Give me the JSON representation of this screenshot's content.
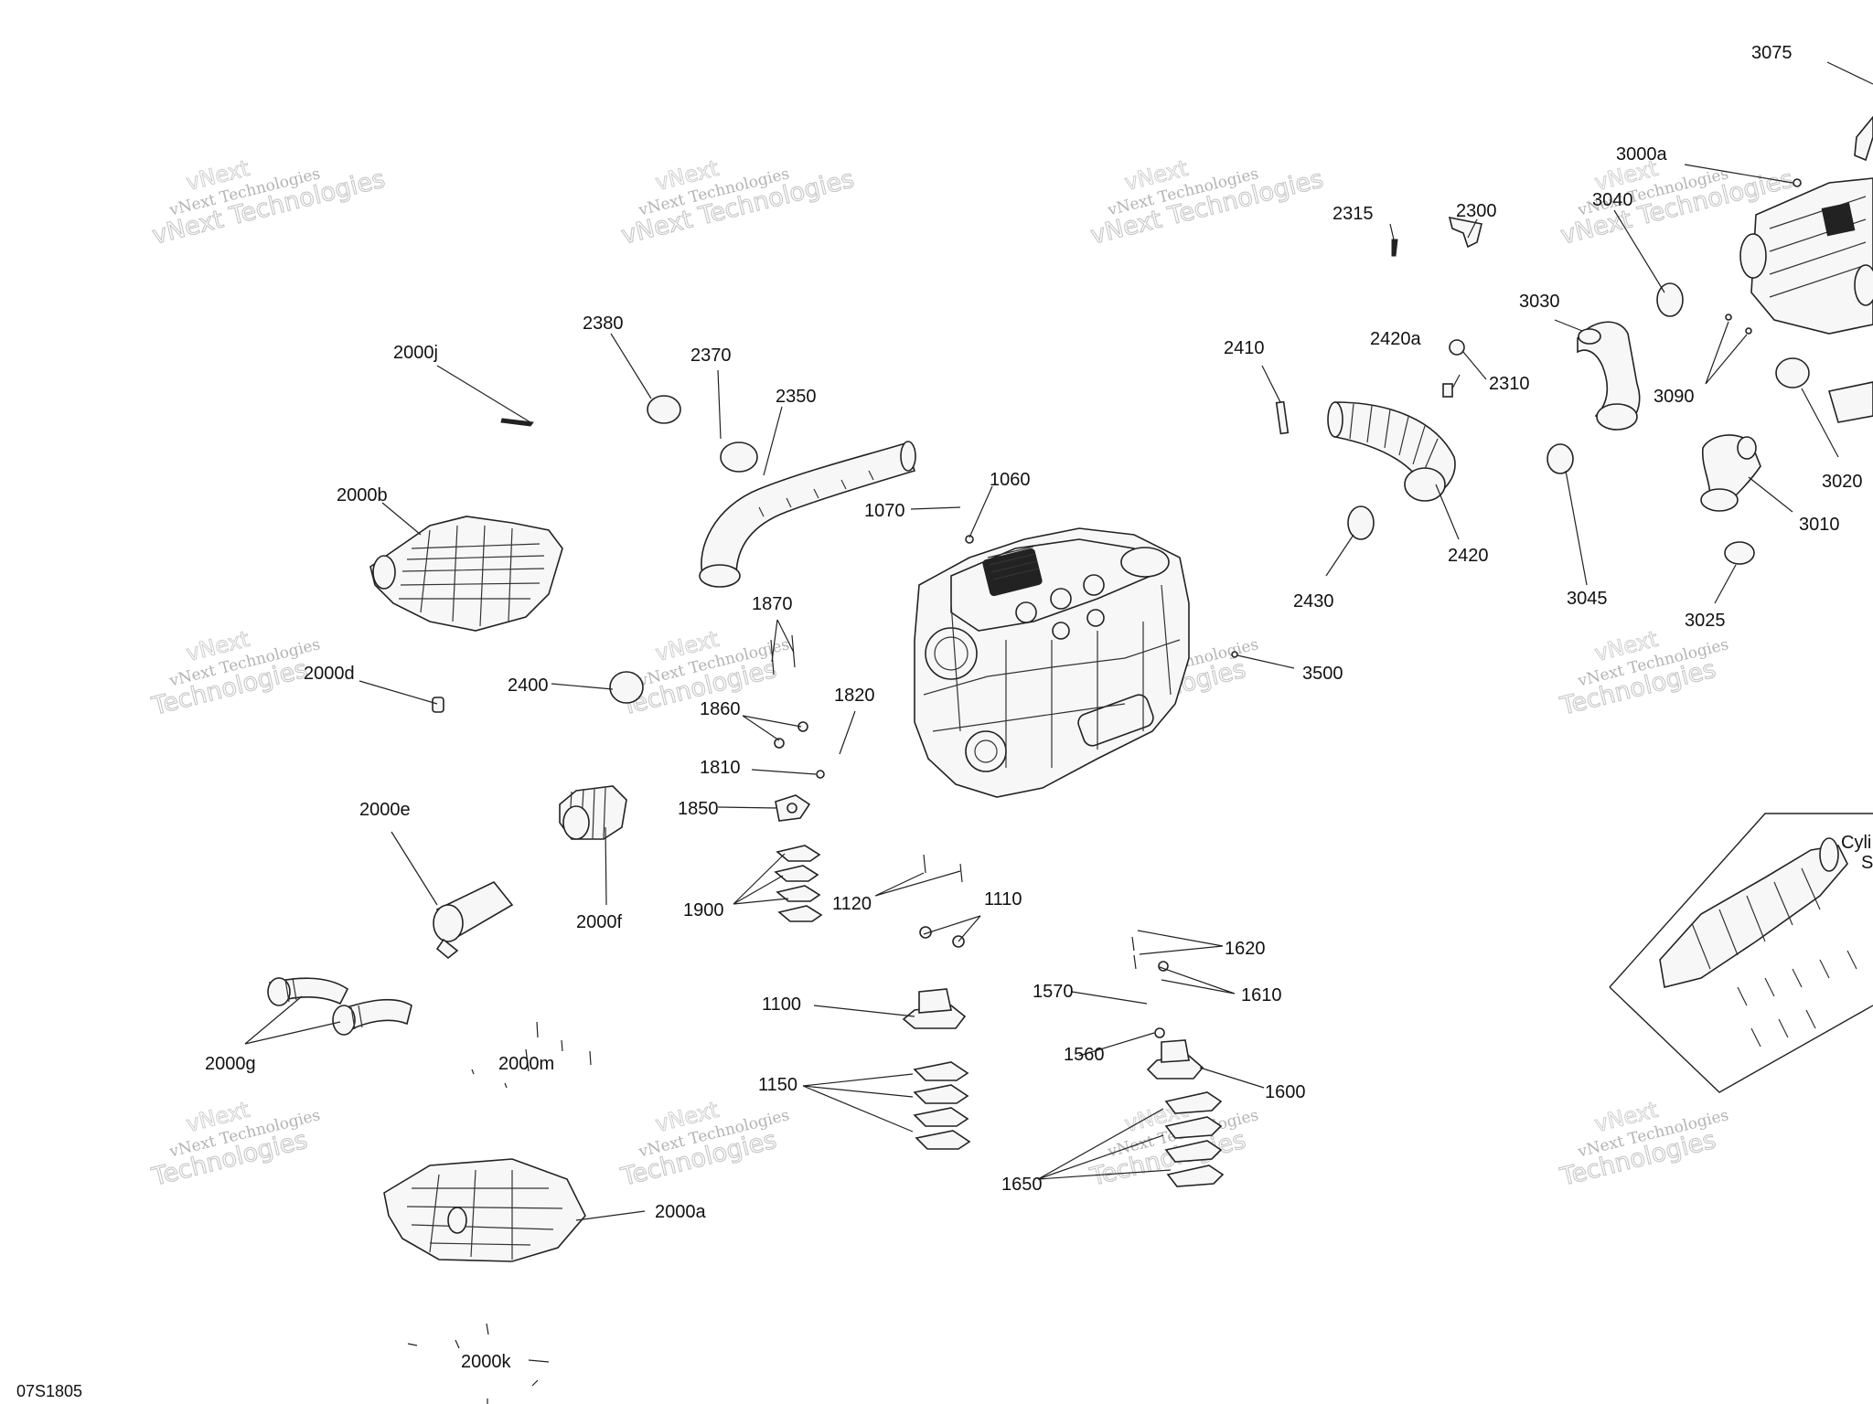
{
  "drawing_code": "07S1805",
  "watermark": {
    "line1": "vNext Technologies",
    "line2": "vNext",
    "line3": "Technologies"
  },
  "inset_label": {
    "line1": "Cyli",
    "line2": "S"
  },
  "part_labels": {
    "p3075": "3075",
    "p3000a": "3000a",
    "p3040": "3040",
    "p2315": "2315",
    "p2300": "2300",
    "p3030": "3030",
    "p2420a": "2420a",
    "p2410": "2410",
    "p2310": "2310",
    "p3090": "3090",
    "p3020": "3020",
    "p3010": "3010",
    "p2420": "2420",
    "p2430": "2430",
    "p3045": "3045",
    "p3025": "3025",
    "p2380": "2380",
    "p2370": "2370",
    "p2350": "2350",
    "p2000j": "2000j",
    "p2000b": "2000b",
    "p1060": "1060",
    "p1070": "1070",
    "p1870": "1870",
    "p2000d": "2000d",
    "p2400": "2400",
    "p1860": "1860",
    "p1820": "1820",
    "p1810": "1810",
    "p3500": "3500",
    "p1850": "1850",
    "p2000e": "2000e",
    "p2000f": "2000f",
    "p1900": "1900",
    "p1120": "1120",
    "p1110": "1110",
    "p1620": "1620",
    "p1610": "1610",
    "p1570": "1570",
    "p1100": "1100",
    "p1560": "1560",
    "p1600": "1600",
    "p2000g": "2000g",
    "p2000m": "2000m",
    "p1150": "1150",
    "p1650": "1650",
    "p2000a": "2000a",
    "p2000k": "2000k"
  }
}
